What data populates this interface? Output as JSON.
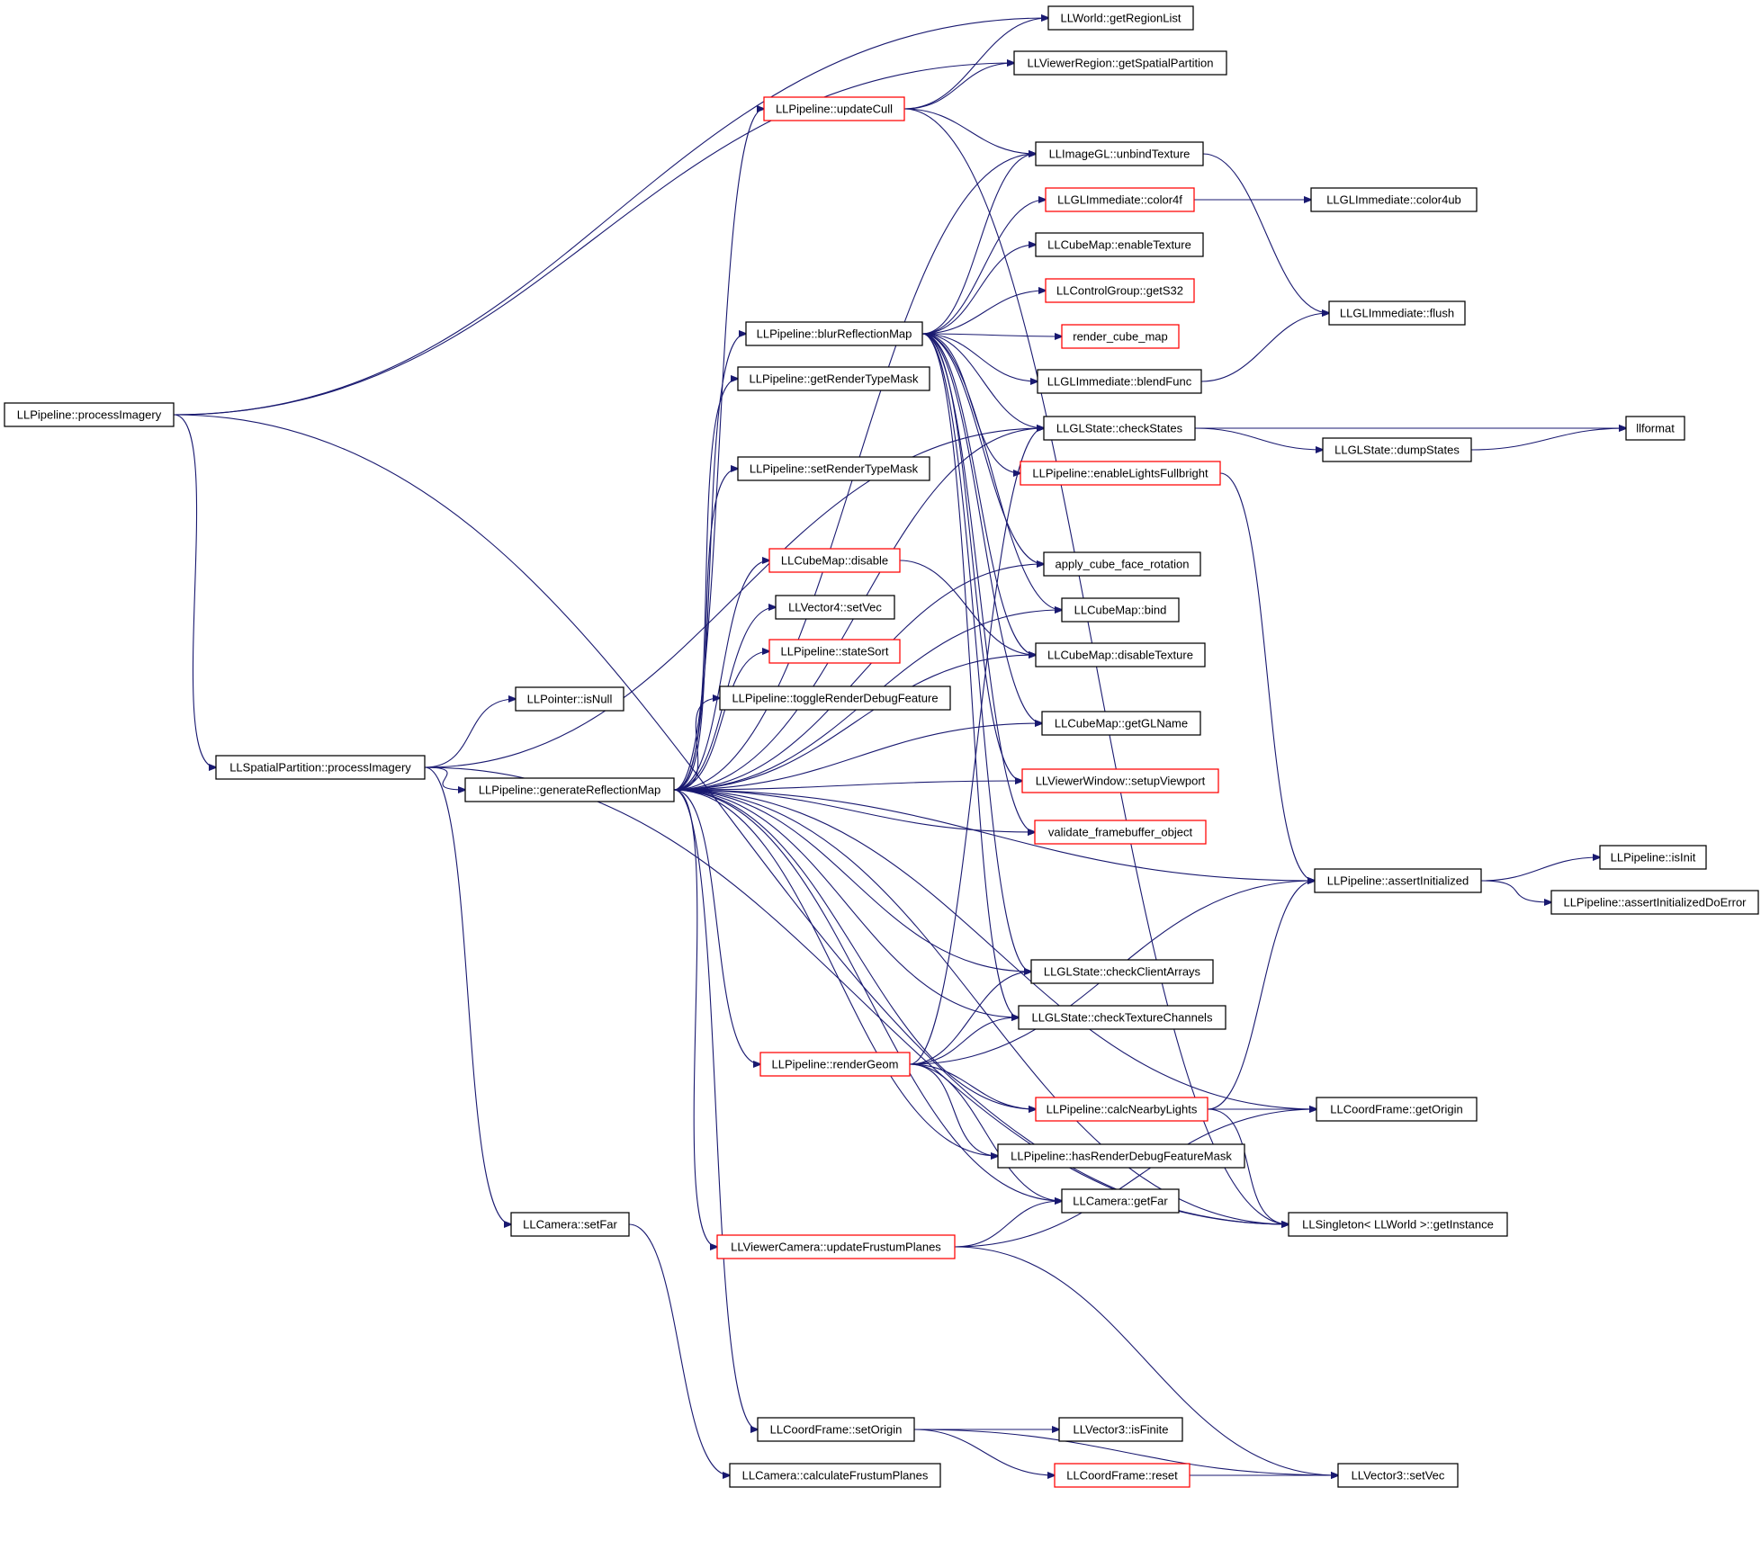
{
  "colors": {
    "edge": "#191970",
    "border_normal": "#000000",
    "border_truncated": "#ff0000",
    "root_fill": "#bfbfbf"
  },
  "nodes": [
    {
      "id": "processImagery",
      "label": "LLPipeline::processImagery",
      "style": "root"
    },
    {
      "id": "getRegionList",
      "label": "LLWorld::getRegionList",
      "style": "normal"
    },
    {
      "id": "getSpatialPartition",
      "label": "LLViewerRegion::getSpatialPartition",
      "style": "normal"
    },
    {
      "id": "updateCull",
      "label": "LLPipeline::updateCull",
      "style": "truncated"
    },
    {
      "id": "unbindTexture",
      "label": "LLImageGL::unbindTexture",
      "style": "normal"
    },
    {
      "id": "color4f",
      "label": "LLGLImmediate::color4f",
      "style": "truncated"
    },
    {
      "id": "color4ub",
      "label": "LLGLImmediate::color4ub",
      "style": "normal"
    },
    {
      "id": "enableTexture",
      "label": "LLCubeMap::enableTexture",
      "style": "normal"
    },
    {
      "id": "getS32",
      "label": "LLControlGroup::getS32",
      "style": "truncated"
    },
    {
      "id": "flush",
      "label": "LLGLImmediate::flush",
      "style": "normal"
    },
    {
      "id": "blurReflectionMap",
      "label": "LLPipeline::blurReflectionMap",
      "style": "normal"
    },
    {
      "id": "render_cube_map",
      "label": "render_cube_map",
      "style": "truncated"
    },
    {
      "id": "getRenderTypeMask",
      "label": "LLPipeline::getRenderTypeMask",
      "style": "normal"
    },
    {
      "id": "blendFunc",
      "label": "LLGLImmediate::blendFunc",
      "style": "normal"
    },
    {
      "id": "checkStates",
      "label": "LLGLState::checkStates",
      "style": "normal"
    },
    {
      "id": "llformat",
      "label": "llformat",
      "style": "normal"
    },
    {
      "id": "dumpStates",
      "label": "LLGLState::dumpStates",
      "style": "normal"
    },
    {
      "id": "setRenderTypeMask",
      "label": "LLPipeline::setRenderTypeMask",
      "style": "normal"
    },
    {
      "id": "enableLightsFullbright",
      "label": "LLPipeline::enableLightsFullbright",
      "style": "truncated"
    },
    {
      "id": "apply_cube_face_rotation",
      "label": "apply_cube_face_rotation",
      "style": "normal"
    },
    {
      "id": "cubeDisable",
      "label": "LLCubeMap::disable",
      "style": "truncated"
    },
    {
      "id": "vec4SetVec",
      "label": "LLVector4::setVec",
      "style": "normal"
    },
    {
      "id": "cubeBind",
      "label": "LLCubeMap::bind",
      "style": "normal"
    },
    {
      "id": "stateSort",
      "label": "LLPipeline::stateSort",
      "style": "truncated"
    },
    {
      "id": "disableTexture",
      "label": "LLCubeMap::disableTexture",
      "style": "normal"
    },
    {
      "id": "toggleRenderDebugFeature",
      "label": "LLPipeline::toggleRenderDebugFeature",
      "style": "normal"
    },
    {
      "id": "isNull",
      "label": "LLPointer::isNull",
      "style": "normal"
    },
    {
      "id": "getGLName",
      "label": "LLCubeMap::getGLName",
      "style": "normal"
    },
    {
      "id": "spatialProcessImagery",
      "label": "LLSpatialPartition::processImagery",
      "style": "normal"
    },
    {
      "id": "setupViewport",
      "label": "LLViewerWindow::setupViewport",
      "style": "truncated"
    },
    {
      "id": "generateReflectionMap",
      "label": "LLPipeline::generateReflectionMap",
      "style": "normal"
    },
    {
      "id": "validate_framebuffer_object",
      "label": "validate_framebuffer_object",
      "style": "truncated"
    },
    {
      "id": "isInit",
      "label": "LLPipeline::isInit",
      "style": "normal"
    },
    {
      "id": "assertInitialized",
      "label": "LLPipeline::assertInitialized",
      "style": "normal"
    },
    {
      "id": "assertInitializedDoError",
      "label": "LLPipeline::assertInitializedDoError",
      "style": "normal"
    },
    {
      "id": "checkClientArrays",
      "label": "LLGLState::checkClientArrays",
      "style": "normal"
    },
    {
      "id": "checkTextureChannels",
      "label": "LLGLState::checkTextureChannels",
      "style": "normal"
    },
    {
      "id": "renderGeom",
      "label": "LLPipeline::renderGeom",
      "style": "truncated"
    },
    {
      "id": "calcNearbyLights",
      "label": "LLPipeline::calcNearbyLights",
      "style": "truncated"
    },
    {
      "id": "getOrigin",
      "label": "LLCoordFrame::getOrigin",
      "style": "normal"
    },
    {
      "id": "hasRenderDebugFeatureMask",
      "label": "LLPipeline::hasRenderDebugFeatureMask",
      "style": "normal"
    },
    {
      "id": "getFar",
      "label": "LLCamera::getFar",
      "style": "normal"
    },
    {
      "id": "setFar",
      "label": "LLCamera::setFar",
      "style": "normal"
    },
    {
      "id": "getInstance",
      "label": "LLSingleton< LLWorld >::getInstance",
      "style": "normal"
    },
    {
      "id": "updateFrustumPlanes",
      "label": "LLViewerCamera::updateFrustumPlanes",
      "style": "truncated"
    },
    {
      "id": "setOrigin",
      "label": "LLCoordFrame::setOrigin",
      "style": "normal"
    },
    {
      "id": "isFinite",
      "label": "LLVector3::isFinite",
      "style": "normal"
    },
    {
      "id": "calculateFrustumPlanes",
      "label": "LLCamera::calculateFrustumPlanes",
      "style": "normal"
    },
    {
      "id": "reset",
      "label": "LLCoordFrame::reset",
      "style": "truncated"
    },
    {
      "id": "vec3SetVec",
      "label": "LLVector3::setVec",
      "style": "normal"
    }
  ],
  "edges": [
    [
      "processImagery",
      "getRegionList"
    ],
    [
      "processImagery",
      "getSpatialPartition"
    ],
    [
      "processImagery",
      "spatialProcessImagery"
    ],
    [
      "processImagery",
      "getInstance"
    ],
    [
      "spatialProcessImagery",
      "isNull"
    ],
    [
      "spatialProcessImagery",
      "generateReflectionMap"
    ],
    [
      "spatialProcessImagery",
      "setFar"
    ],
    [
      "spatialProcessImagery",
      "getInstance"
    ],
    [
      "spatialProcessImagery",
      "checkStates"
    ],
    [
      "updateCull",
      "getRegionList"
    ],
    [
      "updateCull",
      "getSpatialPartition"
    ],
    [
      "updateCull",
      "unbindTexture"
    ],
    [
      "updateCull",
      "getInstance"
    ],
    [
      "blurReflectionMap",
      "unbindTexture"
    ],
    [
      "blurReflectionMap",
      "color4f"
    ],
    [
      "blurReflectionMap",
      "enableTexture"
    ],
    [
      "blurReflectionMap",
      "getS32"
    ],
    [
      "blurReflectionMap",
      "render_cube_map"
    ],
    [
      "blurReflectionMap",
      "blendFunc"
    ],
    [
      "blurReflectionMap",
      "checkStates"
    ],
    [
      "blurReflectionMap",
      "enableLightsFullbright"
    ],
    [
      "blurReflectionMap",
      "apply_cube_face_rotation"
    ],
    [
      "blurReflectionMap",
      "cubeBind"
    ],
    [
      "blurReflectionMap",
      "disableTexture"
    ],
    [
      "blurReflectionMap",
      "getGLName"
    ],
    [
      "blurReflectionMap",
      "setupViewport"
    ],
    [
      "blurReflectionMap",
      "validate_framebuffer_object"
    ],
    [
      "blurReflectionMap",
      "checkClientArrays"
    ],
    [
      "blurReflectionMap",
      "checkTextureChannels"
    ],
    [
      "color4f",
      "color4ub"
    ],
    [
      "unbindTexture",
      "flush"
    ],
    [
      "blendFunc",
      "flush"
    ],
    [
      "checkStates",
      "llformat"
    ],
    [
      "checkStates",
      "dumpStates"
    ],
    [
      "dumpStates",
      "llformat"
    ],
    [
      "enableLightsFullbright",
      "assertInitialized"
    ],
    [
      "cubeDisable",
      "disableTexture"
    ],
    [
      "generateReflectionMap",
      "updateCull"
    ],
    [
      "generateReflectionMap",
      "unbindTexture"
    ],
    [
      "generateReflectionMap",
      "blurReflectionMap"
    ],
    [
      "generateReflectionMap",
      "getRenderTypeMask"
    ],
    [
      "generateReflectionMap",
      "setRenderTypeMask"
    ],
    [
      "generateReflectionMap",
      "cubeDisable"
    ],
    [
      "generateReflectionMap",
      "vec4SetVec"
    ],
    [
      "generateReflectionMap",
      "stateSort"
    ],
    [
      "generateReflectionMap",
      "toggleRenderDebugFeature"
    ],
    [
      "generateReflectionMap",
      "getGLName"
    ],
    [
      "generateReflectionMap",
      "setupViewport"
    ],
    [
      "generateReflectionMap",
      "validate_framebuffer_object"
    ],
    [
      "generateReflectionMap",
      "assertInitialized"
    ],
    [
      "generateReflectionMap",
      "checkClientArrays"
    ],
    [
      "generateReflectionMap",
      "checkTextureChannels"
    ],
    [
      "generateReflectionMap",
      "renderGeom"
    ],
    [
      "generateReflectionMap",
      "calcNearbyLights"
    ],
    [
      "generateReflectionMap",
      "getOrigin"
    ],
    [
      "generateReflectionMap",
      "hasRenderDebugFeatureMask"
    ],
    [
      "generateReflectionMap",
      "getFar"
    ],
    [
      "generateReflectionMap",
      "updateFrustumPlanes"
    ],
    [
      "generateReflectionMap",
      "setOrigin"
    ],
    [
      "generateReflectionMap",
      "getInstance"
    ],
    [
      "generateReflectionMap",
      "cubeBind"
    ],
    [
      "generateReflectionMap",
      "disableTexture"
    ],
    [
      "generateReflectionMap",
      "apply_cube_face_rotation"
    ],
    [
      "generateReflectionMap",
      "checkStates"
    ],
    [
      "renderGeom",
      "checkStates"
    ],
    [
      "renderGeom",
      "checkClientArrays"
    ],
    [
      "renderGeom",
      "checkTextureChannels"
    ],
    [
      "renderGeom",
      "assertInitialized"
    ],
    [
      "renderGeom",
      "calcNearbyLights"
    ],
    [
      "renderGeom",
      "hasRenderDebugFeatureMask"
    ],
    [
      "renderGeom",
      "getFar"
    ],
    [
      "calcNearbyLights",
      "assertInitialized"
    ],
    [
      "calcNearbyLights",
      "getOrigin"
    ],
    [
      "calcNearbyLights",
      "getInstance"
    ],
    [
      "assertInitialized",
      "isInit"
    ],
    [
      "assertInitialized",
      "assertInitializedDoError"
    ],
    [
      "updateFrustumPlanes",
      "getFar"
    ],
    [
      "updateFrustumPlanes",
      "getOrigin"
    ],
    [
      "updateFrustumPlanes",
      "vec3SetVec"
    ],
    [
      "setFar",
      "calculateFrustumPlanes"
    ],
    [
      "setOrigin",
      "isFinite"
    ],
    [
      "setOrigin",
      "reset"
    ],
    [
      "setOrigin",
      "vec3SetVec"
    ],
    [
      "reset",
      "vec3SetVec"
    ]
  ]
}
